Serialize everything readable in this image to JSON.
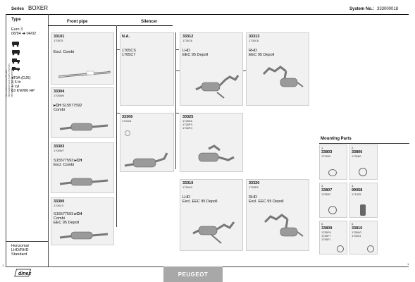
{
  "header": {
    "series_label": "Series",
    "series_value": "BOXER",
    "system_label": "System No.:",
    "system_value": "333000018"
  },
  "side": {
    "type_label": "Type",
    "euro": "Euro 3",
    "date_from": "08/94",
    "date_to": "04/02",
    "engine_code": "T9A (DJ5)",
    "displacement": "2,5 ltr",
    "cylinders": "4 cyl",
    "power": "63 KW/86 HP",
    "footer_lines": [
      "Horizontal",
      "LHD/RHD",
      "Standard"
    ],
    "disclaimer_lines": [
      "Informationen ohne Gewähr",
      "Informations sous toutes réserves",
      "Information without guarantee"
    ]
  },
  "columns": {
    "front_pipe": "Front pipe",
    "silencer": "Silencer"
  },
  "parts": {
    "p33101": {
      "code": "33101",
      "sub": "170875",
      "desc": [
        "Excl. Combi"
      ]
    },
    "p33304": {
      "code": "33304",
      "sub": "1705W6",
      "desc": [
        "S15577592",
        "Combi"
      ]
    },
    "p33303": {
      "code": "33303",
      "sub": "1705W7",
      "desc": [
        "S15577593",
        "Excl. Combi"
      ]
    },
    "p33300": {
      "code": "33300",
      "sub": "1705C0",
      "desc": [
        "S15577593",
        "Combi",
        "EEC 95 Depoll"
      ]
    },
    "pNA": {
      "code": "N.A.",
      "sub": "",
      "desc": [
        "1705CS",
        "1705C7"
      ]
    },
    "p33306": {
      "code": "33306",
      "sub": "173124",
      "desc": []
    },
    "p33312": {
      "code": "33312",
      "sub": "1726C6",
      "desc": [
        "LHD",
        "EEC 95 Depoll"
      ]
    },
    "p33325": {
      "code": "33325",
      "sub": "1726E8",
      "sub2": [
        "1726P3",
        "1726P4"
      ],
      "desc": []
    },
    "p33310": {
      "code": "33310",
      "sub": "1726A3",
      "desc": [
        "LHD",
        "Excl. EEC 95 Depoll"
      ]
    },
    "p33313": {
      "code": "33313",
      "sub": "1726C6",
      "desc": [
        "RHD",
        "EEC 95 Depoll"
      ]
    },
    "p33320": {
      "code": "33320",
      "sub": "1726F8",
      "desc": [
        "RHD",
        "Excl. EEC 95 Depoll"
      ]
    }
  },
  "mounting": {
    "title": "Mounting Parts",
    "items": [
      {
        "num": "1.",
        "code": "33803",
        "sub": "172002"
      },
      {
        "num": "2.",
        "code": "33806",
        "sub": "173060"
      },
      {
        "num": "3.",
        "code": "33807",
        "sub": "175592"
      },
      {
        "num": "4.",
        "code": "99058",
        "sub": "171325"
      },
      {
        "num": "5.",
        "code": "33809",
        "sub": "1755F8\n1755F7\n1755F1"
      },
      {
        "num": "6.",
        "code": "33810",
        "sub": "17550G\n170931"
      }
    ]
  },
  "brand": "PEUGEOT",
  "logo_text": "dinex",
  "page_left": "1",
  "page_right": "1",
  "colors": {
    "brand_bg": "#a8a8a8",
    "box_bg": "#f1f1f1"
  }
}
